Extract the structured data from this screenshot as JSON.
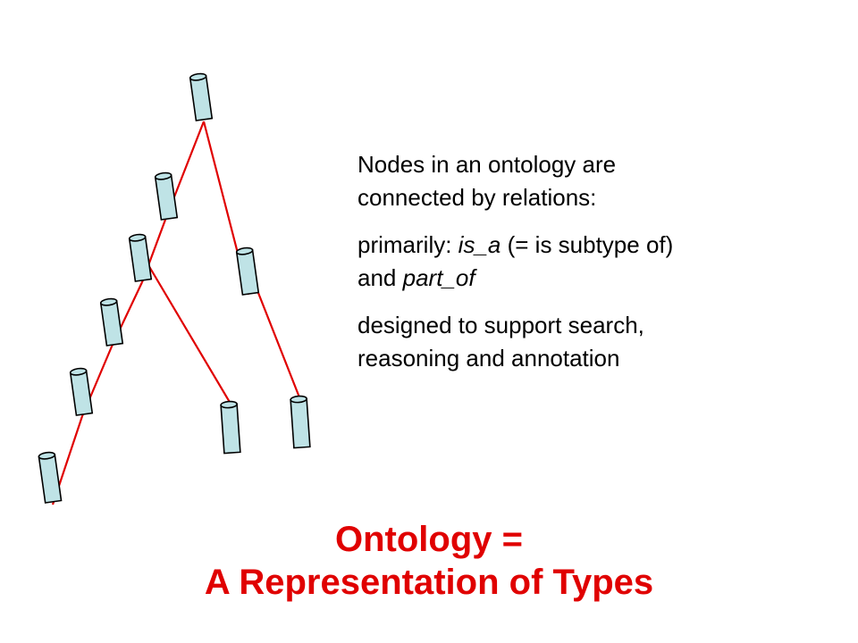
{
  "description": {
    "line1": "Nodes in an ontology are",
    "line2": "connected by relations:",
    "line3": "primarily: ",
    "is_a": "is_a",
    "line3b": " (= is subtype of)",
    "line4": "and ",
    "part_of": "part_of",
    "line5": "designed to support search,",
    "line6": "reasoning and annotation"
  },
  "title": {
    "line1": "Ontology =",
    "line2": "A Representation of Types"
  },
  "diagram": {
    "node_color": "#bfe3e6",
    "edge_color": "#e00000"
  }
}
